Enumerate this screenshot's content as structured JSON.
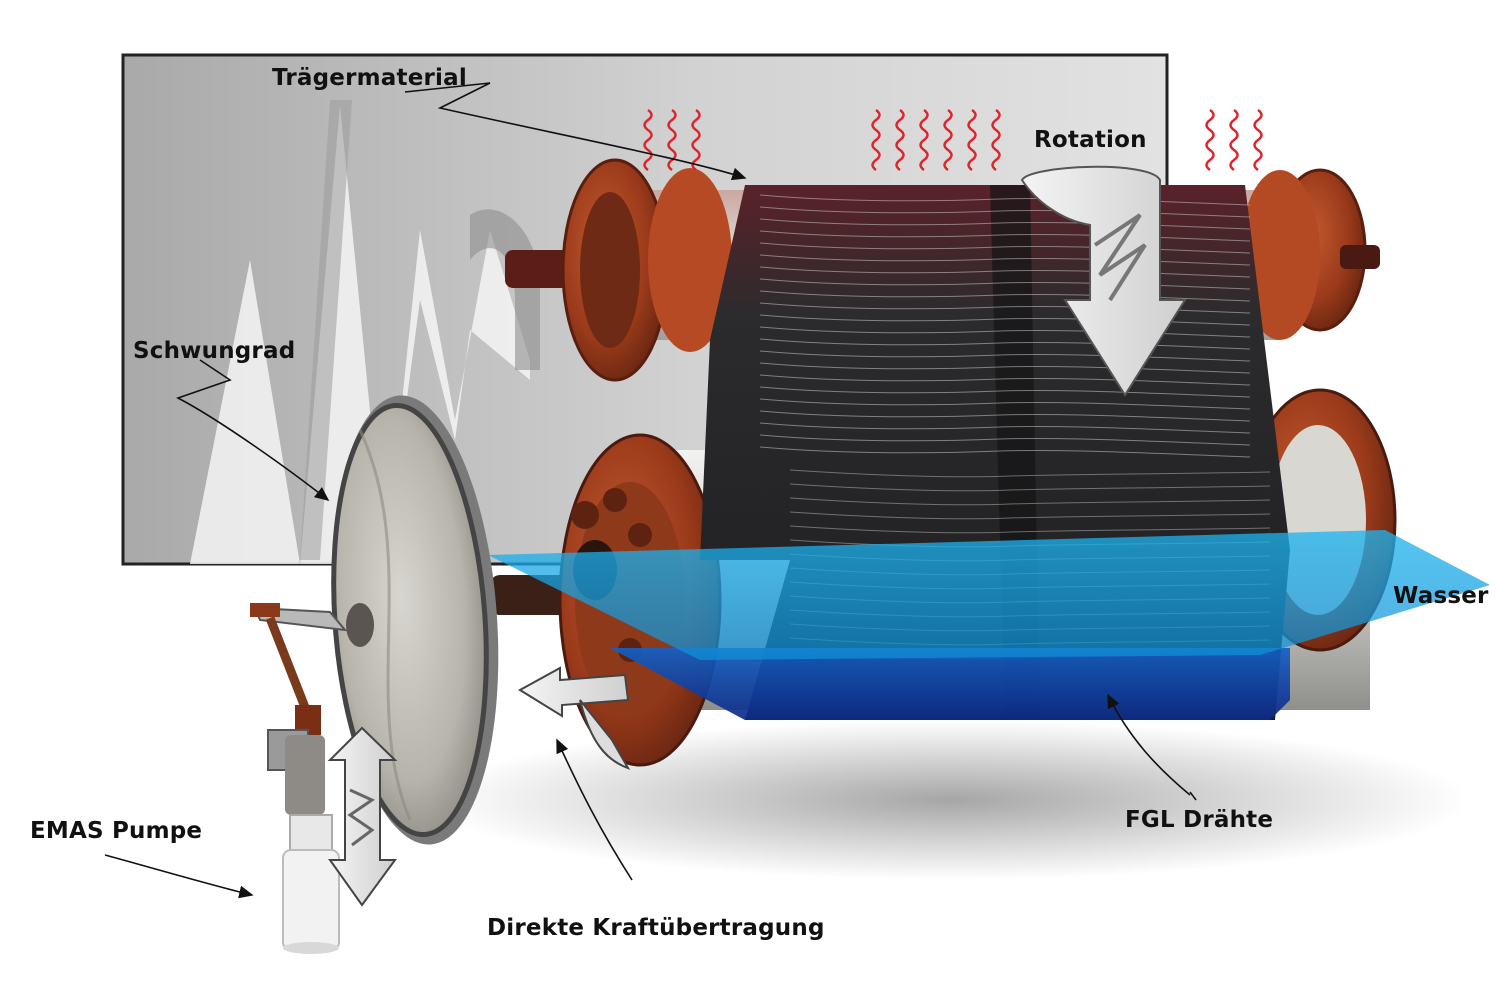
{
  "labels": {
    "carrier": "Trägermaterial",
    "rotation": "Rotation",
    "flywheel": "Schwungrad",
    "water": "Wasser",
    "pump": "EMAS Pumpe",
    "transmission": "Direkte Kraftübertragung",
    "wires": "FGL Drähte"
  },
  "colors": {
    "rust": "#a8421f",
    "belt": "#2a2a2c",
    "water": "#19a9e6",
    "water_deep": "#123a9c",
    "heat_wave": "#e0242c",
    "panel": "#c9c9c9"
  }
}
